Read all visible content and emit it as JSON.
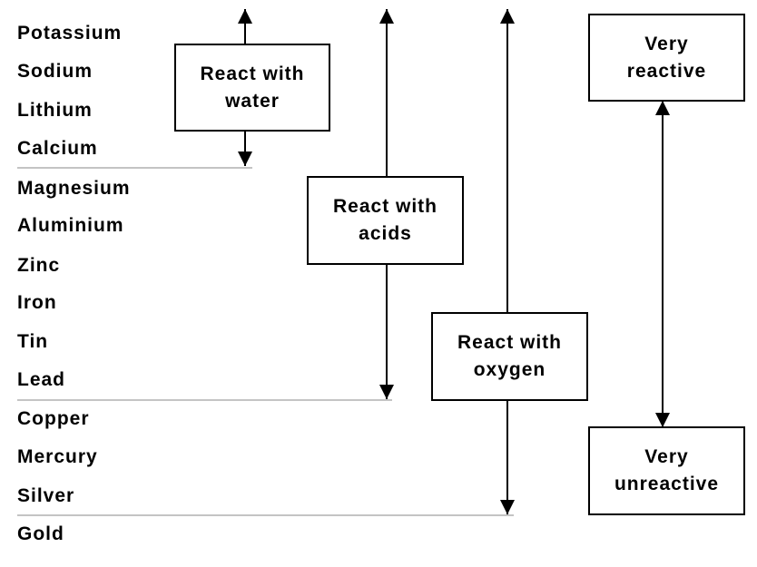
{
  "metals": [
    "Potassium",
    "Sodium",
    "Lithium",
    "Calcium",
    "Magnesium",
    "Aluminium",
    "Zinc",
    "Iron",
    "Tin",
    "Lead",
    "Copper",
    "Mercury",
    "Silver",
    "Gold"
  ],
  "boxes": {
    "water": [
      "React with",
      "water"
    ],
    "acids": [
      "React with",
      "acids"
    ],
    "oxygen": [
      "React with",
      "oxygen"
    ],
    "very_reactive": [
      "Very",
      "reactive"
    ],
    "very_unreactive": [
      "Very",
      "unreactive"
    ]
  },
  "colors": {
    "text": "#000000",
    "divider": "#b0b0b0",
    "background": "#ffffff"
  }
}
